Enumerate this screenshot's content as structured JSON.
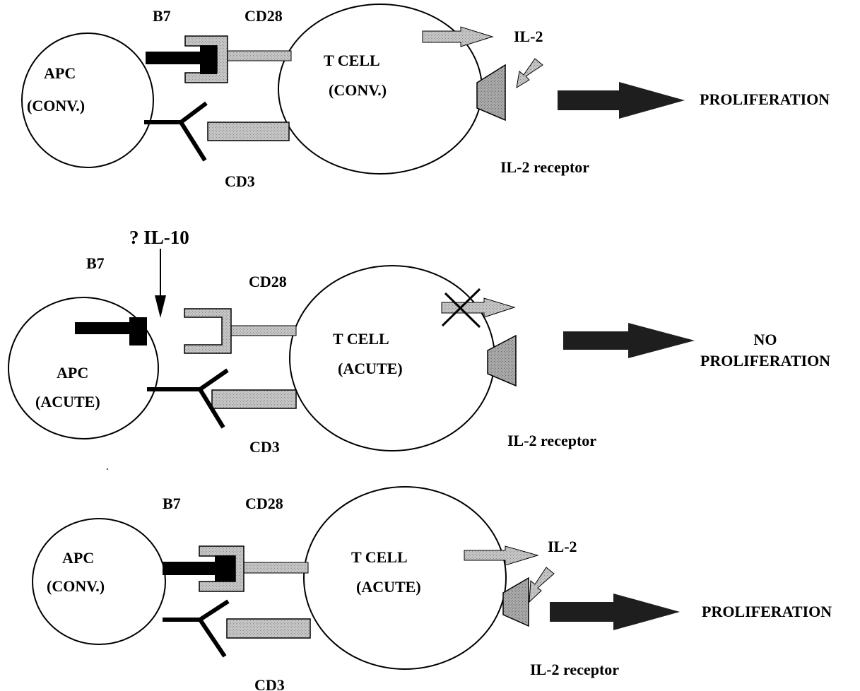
{
  "panels": [
    {
      "apc_line1": "APC",
      "apc_line2": "(CONV.)",
      "tcell_line1": "T CELL",
      "tcell_line2": "(CONV.)",
      "b7": "B7",
      "cd28": "CD28",
      "cd3": "CD3",
      "il2": "IL-2",
      "il2_receptor": "IL-2 receptor",
      "outcome_line1": "PROLIFERATION",
      "outcome_line2": ""
    },
    {
      "apc_line1": "APC",
      "apc_line2": "(ACUTE)",
      "tcell_line1": "T CELL",
      "tcell_line2": "(ACUTE)",
      "b7": "B7",
      "cd28": "CD28",
      "cd3": "CD3",
      "modulator": "? IL-10",
      "il2_receptor": "IL-2 receptor",
      "outcome_line1": "NO",
      "outcome_line2": "PROLIFERATION"
    },
    {
      "apc_line1": "APC",
      "apc_line2": "(CONV.)",
      "tcell_line1": "T CELL",
      "tcell_line2": "(ACUTE)",
      "b7": "B7",
      "cd28": "CD28",
      "cd3": "CD3",
      "il2": "IL-2",
      "il2_receptor": "IL-2 receptor",
      "outcome_line1": "PROLIFERATION",
      "outcome_line2": ""
    }
  ],
  "colors": {
    "ink": "#000000",
    "receptor_gray": "#b8b8b8",
    "receptor_dark": "#8a8a8a",
    "arrow_light": "#d4d4d4",
    "block_arrow": "#1e1e1e"
  }
}
